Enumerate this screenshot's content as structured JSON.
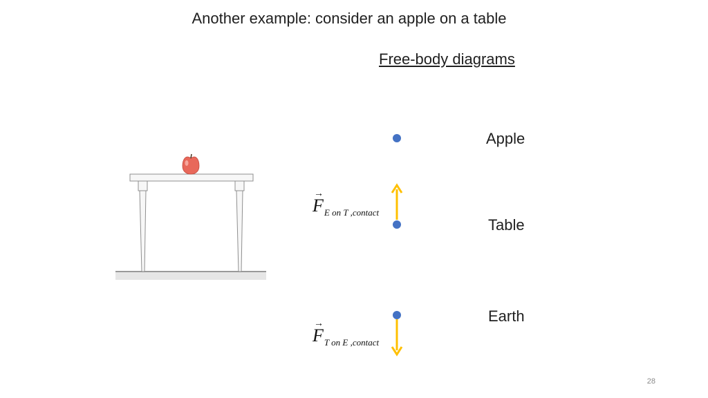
{
  "title": "Another example: consider an apple on a table",
  "fbd_heading": "Free-body diagrams",
  "objects": [
    {
      "label": "Apple"
    },
    {
      "label": "Table"
    },
    {
      "label": "Earth"
    }
  ],
  "forces": [
    {
      "symbol": "F",
      "subscript": "E on T ,contact",
      "direction": "up"
    },
    {
      "symbol": "F",
      "subscript": "T on E ,contact",
      "direction": "down"
    }
  ],
  "colors": {
    "dot": "#4472C4",
    "arrow": "#FFC000",
    "apple": "#E8685A"
  },
  "page_number": "28"
}
